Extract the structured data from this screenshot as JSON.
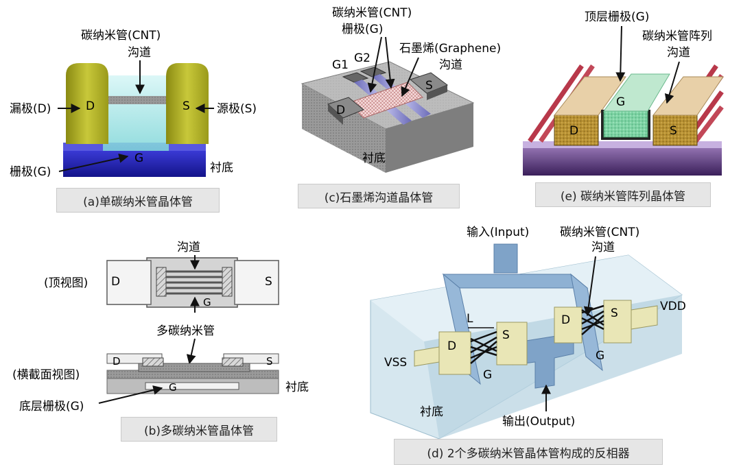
{
  "panel_a": {
    "caption": "(a)单碳纳米管晶体管",
    "cnt_channel_title": "碳纳米管(CNT)",
    "channel_label": "沟道",
    "drain_label": "漏极(D)",
    "source_label": "源极(S)",
    "gate_label": "栅极(G)",
    "substrate_label": "衬底",
    "d": "D",
    "s": "S",
    "g": "G"
  },
  "panel_b": {
    "caption": "(b)多碳纳米管晶体管",
    "channel_label": "沟道",
    "top_view_label": "(顶视图)",
    "multi_cnt_label": "多碳纳米管",
    "cross_section_label": "(横截面视图)",
    "bottom_gate_label": "底层栅极(G)",
    "substrate_label": "衬底",
    "d": "D",
    "s": "S",
    "g": "G"
  },
  "panel_c": {
    "caption": "(c)石墨烯沟道晶体管",
    "cnt_title": "碳纳米管(CNT)",
    "gate_label": "栅极(G)",
    "graphene_label": "石墨烯(Graphene)",
    "channel_label": "沟道",
    "g1": "G1",
    "g2": "G2",
    "substrate_label": "衬底",
    "d": "D",
    "s": "S"
  },
  "panel_d": {
    "caption": "(d) 2个多碳纳米管晶体管构成的反相器",
    "input_label": "输入(Input)",
    "cnt_title": "碳纳米管(CNT)",
    "channel_label": "沟道",
    "vdd": "VDD",
    "vss": "VSS",
    "l": "L",
    "substrate_label": "衬底",
    "output_label": "输出(Output)",
    "d": "D",
    "s": "S",
    "g": "G"
  },
  "panel_e": {
    "caption": "(e) 碳纳米管阵列晶体管",
    "top_gate_label": "顶层栅极(G)",
    "array_title": "碳纳米管阵列",
    "channel_label": "沟道",
    "d": "D",
    "s": "S",
    "g": "G"
  }
}
